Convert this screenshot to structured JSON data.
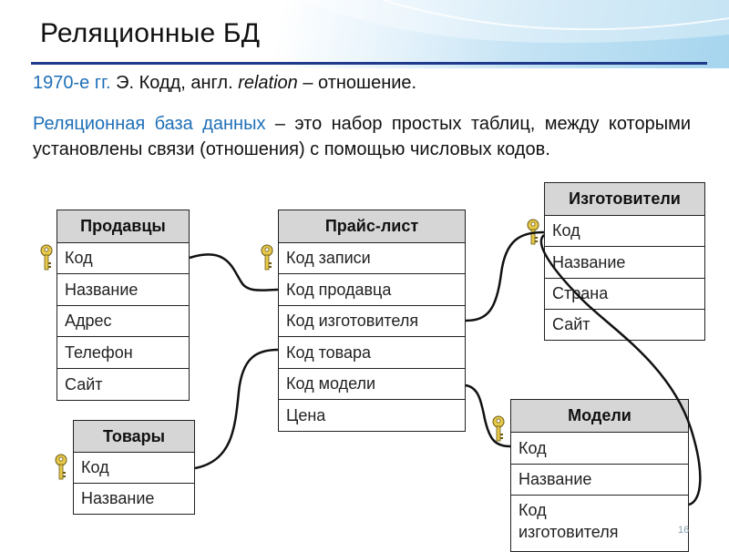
{
  "title": "Реляционные БД",
  "intro": {
    "accent": "1970-е гг.",
    "text1": " Э. Кодд, англ. ",
    "italic": "relation",
    "text2": " – отношение."
  },
  "para": {
    "accent": "Реляционная база данных",
    "text": " – это набор простых таблиц, между которыми установлены связи (отношения) с помощью числовых кодов."
  },
  "tables": {
    "sellers": {
      "title": "Продавцы",
      "rows": [
        "Код",
        "Название",
        "Адрес",
        "Телефон",
        "Сайт"
      ]
    },
    "pricelist": {
      "title": "Прайс-лист",
      "rows": [
        "Код записи",
        "Код продавца",
        "Код изготовителя",
        "Код товара",
        "Код модели",
        "Цена"
      ]
    },
    "makers": {
      "title": "Изготовители",
      "rows": [
        "Код",
        "Название",
        "Страна",
        "Сайт"
      ]
    },
    "goods": {
      "title": "Товары",
      "rows": [
        "Код",
        "Название"
      ]
    },
    "models": {
      "title": "Модели",
      "rows": [
        "Код",
        "Название",
        "Код изготовителя"
      ]
    }
  },
  "page_number": "16",
  "colors": {
    "accent": "#1f6fb8",
    "rule": "#1f3a8a",
    "header_fill": "#d6d6d6",
    "key": "#e6c84a"
  }
}
